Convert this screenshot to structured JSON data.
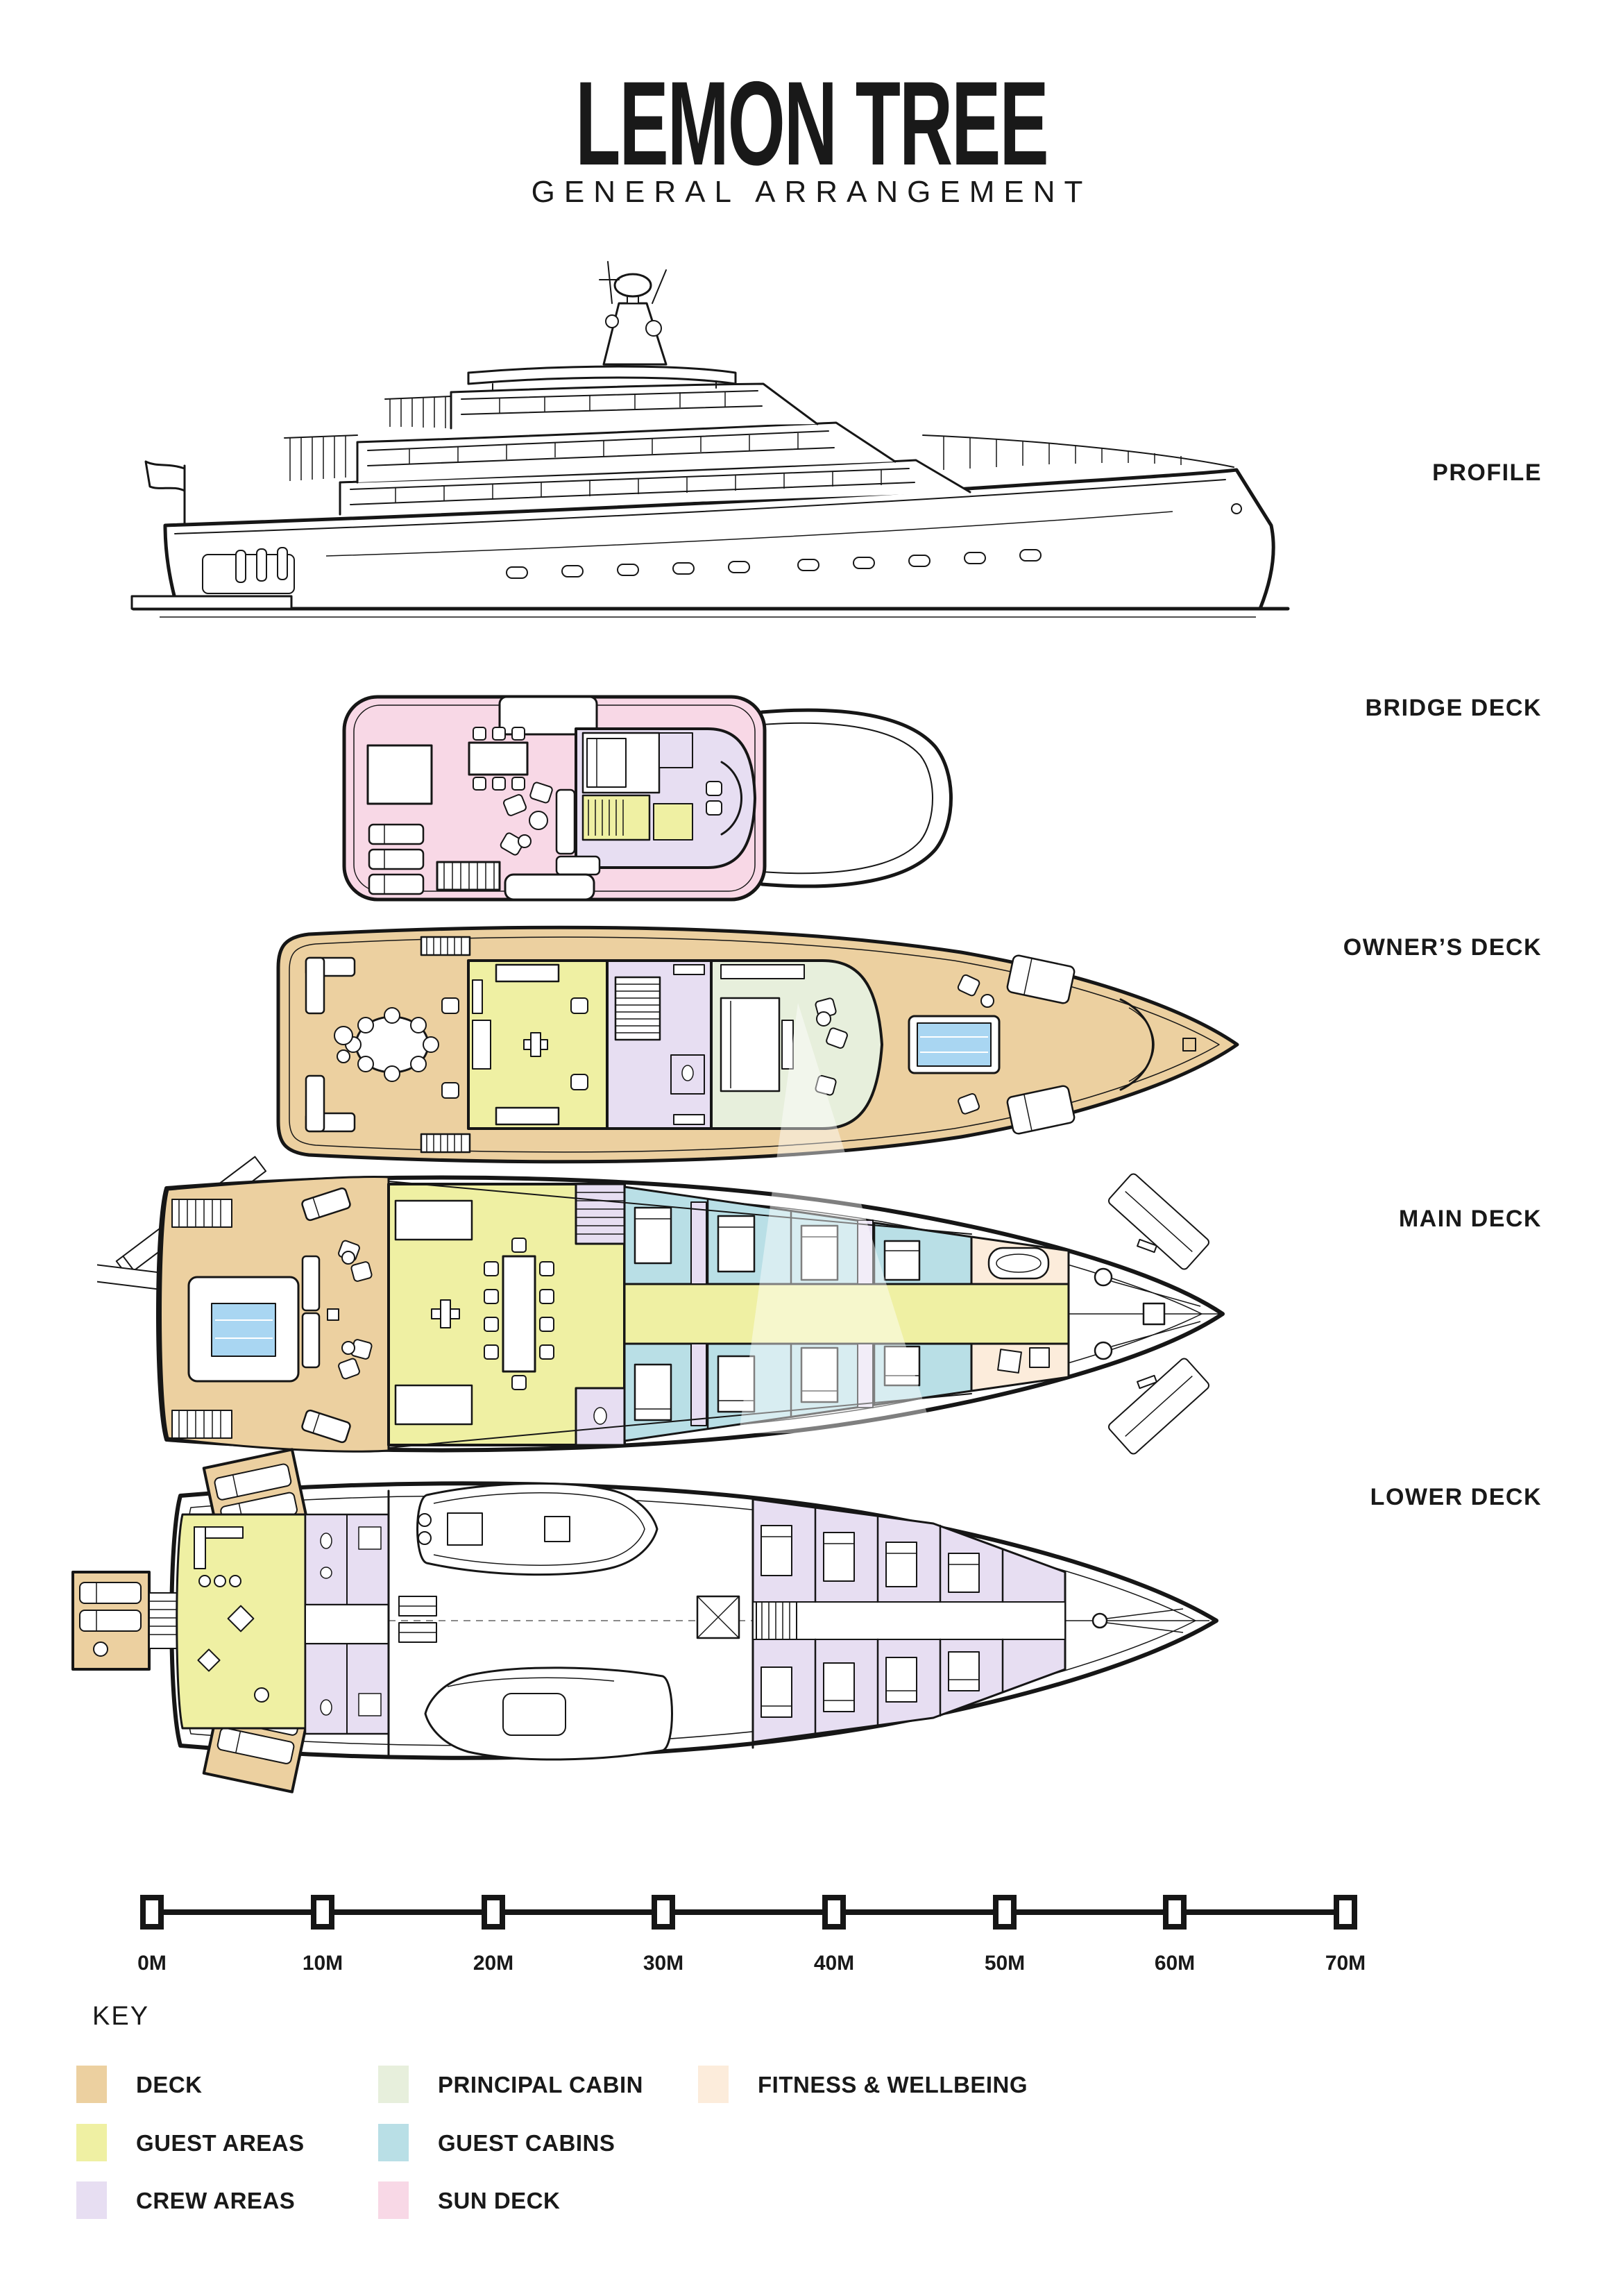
{
  "title": "LEMON TREE",
  "subtitle": "GENERAL ARRANGEMENT",
  "decks": [
    {
      "id": "profile",
      "label": "PROFILE"
    },
    {
      "id": "bridge-deck",
      "label": "BRIDGE DECK"
    },
    {
      "id": "owners-deck",
      "label": "OWNER’S DECK"
    },
    {
      "id": "main-deck",
      "label": "MAIN DECK"
    },
    {
      "id": "lower-deck",
      "label": "LOWER DECK"
    }
  ],
  "scale_bar": {
    "unit": "M",
    "labels": [
      "0M",
      "10M",
      "20M",
      "30M",
      "40M",
      "50M",
      "60M",
      "70M"
    ]
  },
  "key": {
    "heading": "KEY",
    "items": [
      {
        "label": "DECK",
        "category": "deck",
        "color": "#ecd0a0"
      },
      {
        "label": "GUEST AREAS",
        "category": "guest-areas",
        "color": "#eff0a3"
      },
      {
        "label": "CREW AREAS",
        "category": "crew-areas",
        "color": "#e7def2"
      },
      {
        "label": "PRINCIPAL CABIN",
        "category": "principal-cabin",
        "color": "#e7efdc"
      },
      {
        "label": "GUEST CABINS",
        "category": "guest-cabins",
        "color": "#b9dfe6"
      },
      {
        "label": "SUN DECK",
        "category": "sun-deck",
        "color": "#f8d8e6"
      },
      {
        "label": "FITNESS & WELLBEING",
        "category": "fitness-wellbeing",
        "color": "#fcecdb"
      }
    ]
  },
  "colors": {
    "pool": "#a9d6f2",
    "line": "#161616"
  }
}
